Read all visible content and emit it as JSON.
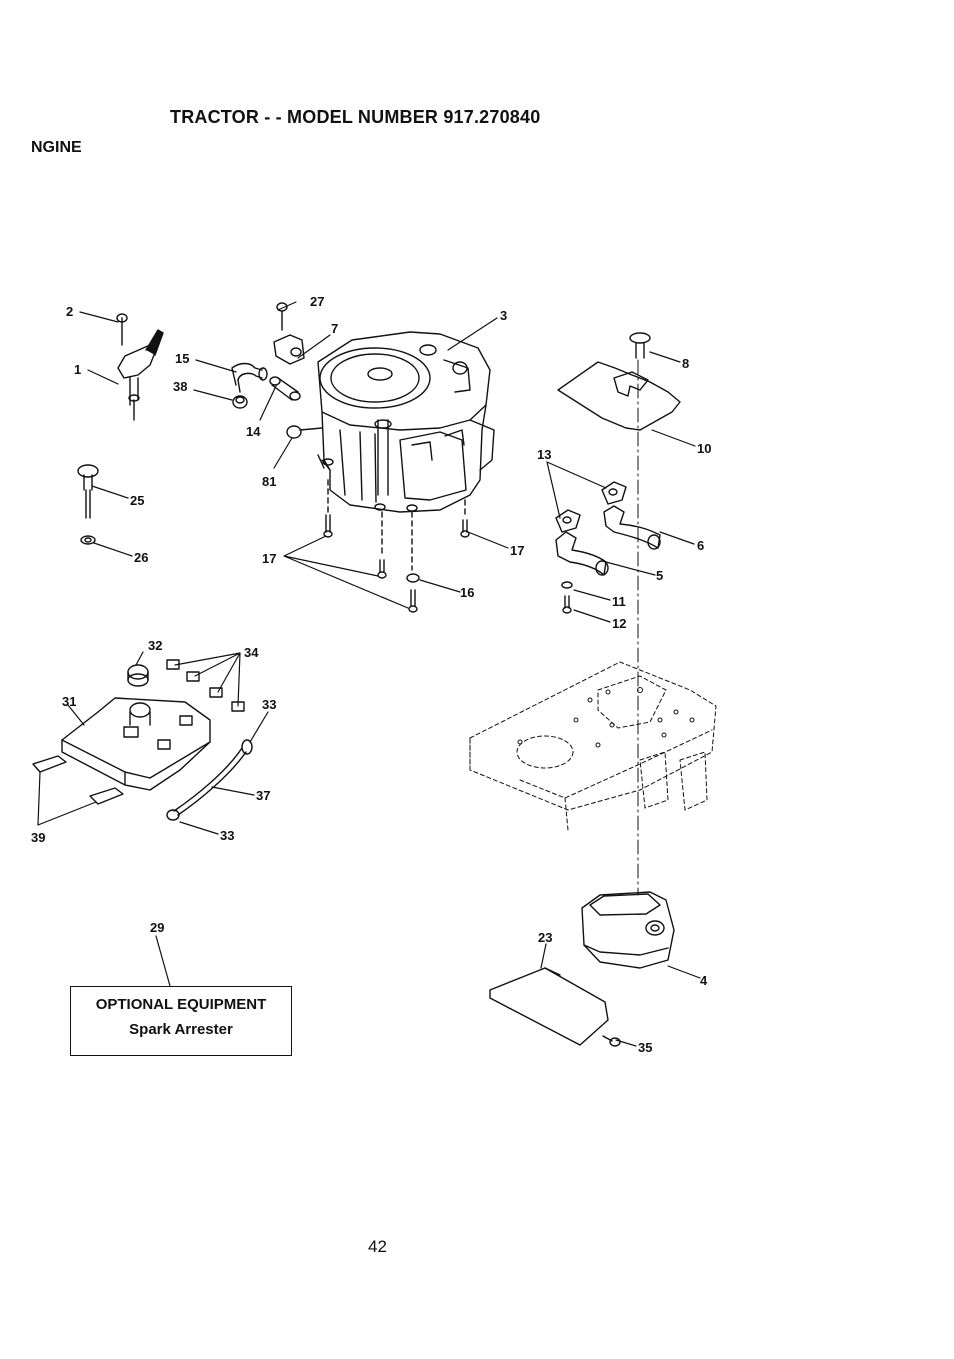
{
  "header": {
    "title": "TRACTOR - - MODEL NUMBER 917.270840",
    "section": "NGINE"
  },
  "optional_equipment": {
    "heading": "OPTIONAL EQUIPMENT",
    "item": "Spark Arrester",
    "callout": "29"
  },
  "callouts": [
    "1",
    "2",
    "3",
    "4",
    "5",
    "6",
    "7",
    "8",
    "10",
    "11",
    "12",
    "13",
    "14",
    "15",
    "16",
    "17",
    "17",
    "23",
    "25",
    "26",
    "27",
    "31",
    "32",
    "33",
    "33",
    "34",
    "35",
    "37",
    "38",
    "39",
    "81"
  ],
  "page_number": "42"
}
